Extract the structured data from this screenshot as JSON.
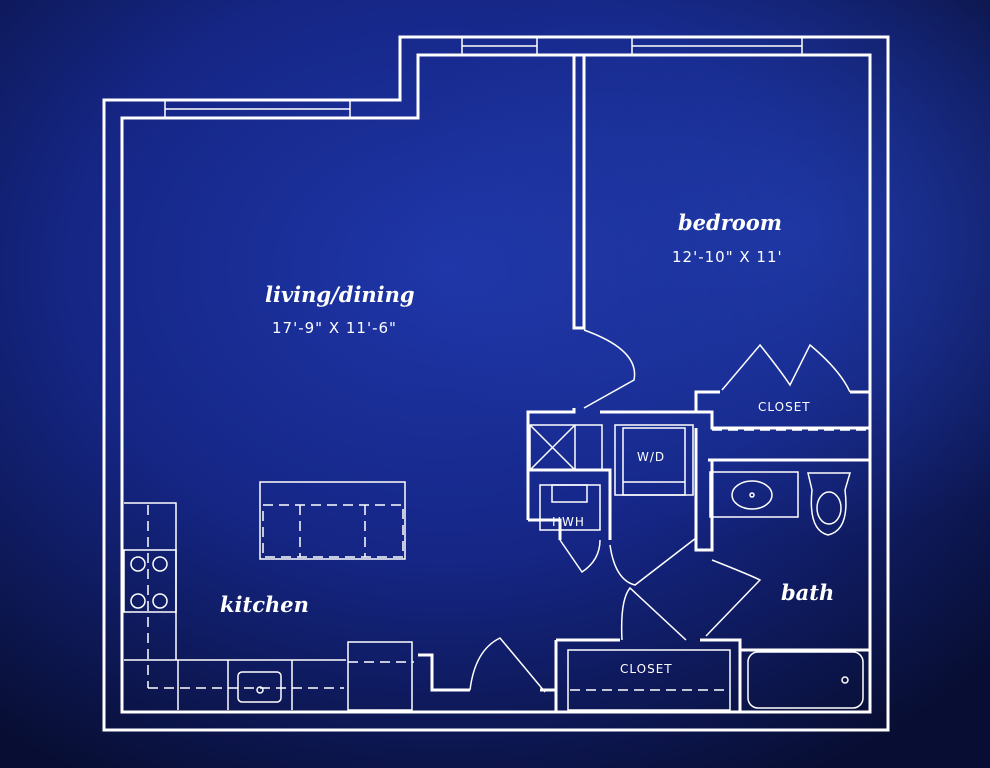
{
  "rooms": {
    "living": {
      "name": "living/dining",
      "dims": "17'-9\" X 11'-6\""
    },
    "bedroom": {
      "name": "bedroom",
      "dims": "12'-10\" X 11'"
    },
    "kitchen": {
      "name": "kitchen"
    },
    "bath": {
      "name": "bath"
    }
  },
  "labels": {
    "closet_bedroom": "CLOSET",
    "closet_hall": "CLOSET",
    "wd": "W/D",
    "hwh": "HWH"
  },
  "colors": {
    "line": "#ffffff",
    "background": "#14237a"
  }
}
